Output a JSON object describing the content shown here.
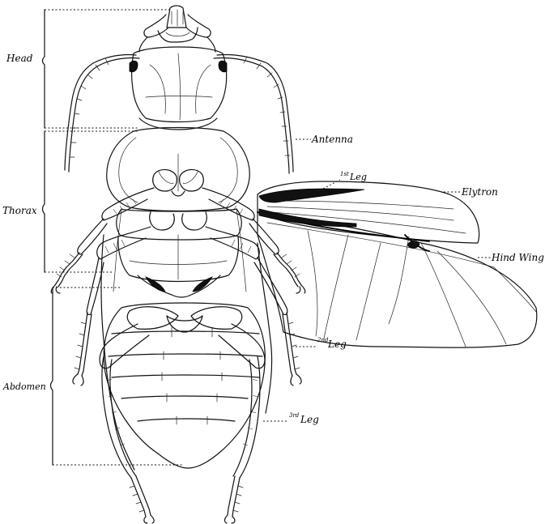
{
  "labels": {
    "head": "Head",
    "thorax": "Thorax",
    "abdomen": "Abdomen",
    "antenna": "Antenna",
    "first_leg": "Leg",
    "first_leg_sup": "1st",
    "elytron": "Elytron",
    "hind_wing": "Hind Wing",
    "second_leg": "Leg",
    "second_leg_sup": "2nd",
    "third_leg": "Leg",
    "third_leg_sup": "3rd"
  },
  "colors": {
    "ink": "#111111",
    "paper": "#ffffff"
  }
}
